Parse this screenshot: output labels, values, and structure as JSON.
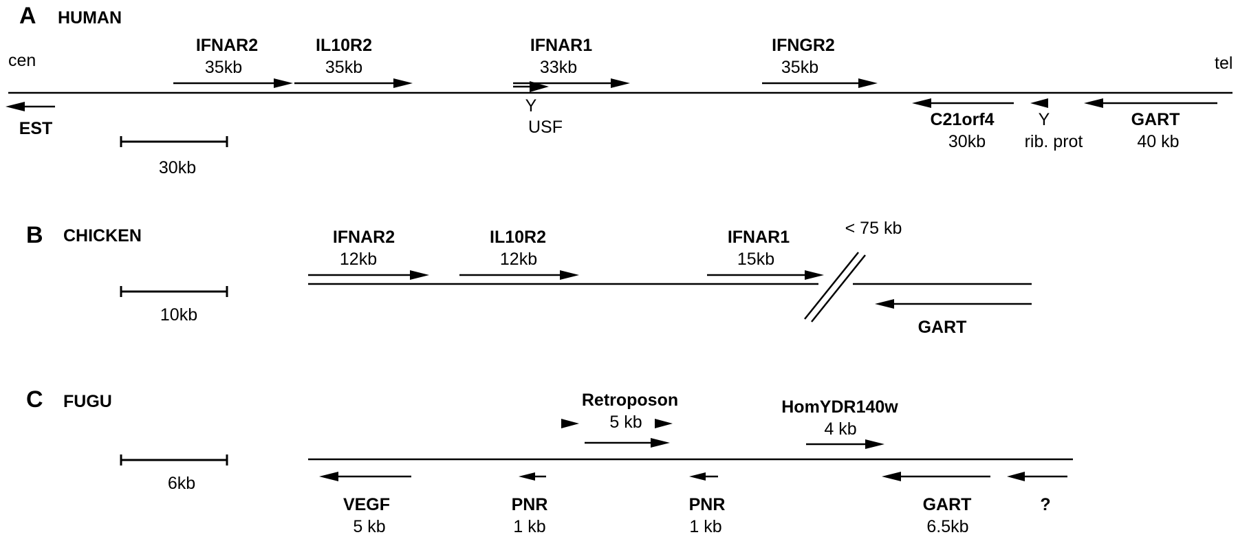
{
  "panels": {
    "a": {
      "letter": "A",
      "title": "HUMAN",
      "cen": "cen",
      "tel": "tel",
      "scale": "30kb",
      "genes": [
        {
          "name": "IFNAR2",
          "size": "35kb"
        },
        {
          "name": "IL10R2",
          "size": "35kb"
        },
        {
          "name": "IFNAR1",
          "size": "33kb"
        },
        {
          "name": "IFNGR2",
          "size": "35kb"
        },
        {
          "name": "EST",
          "size": ""
        },
        {
          "name": "C21orf4",
          "size": "30kb"
        },
        {
          "name": "GART",
          "size": "40 kb"
        }
      ],
      "y_usf": "Y",
      "usf": "USF",
      "y_rib": "Y",
      "rib": "rib. prot"
    },
    "b": {
      "letter": "B",
      "title": "CHICKEN",
      "scale": "10kb",
      "gap": "< 75 kb",
      "genes": [
        {
          "name": "IFNAR2",
          "size": "12kb"
        },
        {
          "name": "IL10R2",
          "size": "12kb"
        },
        {
          "name": "IFNAR1",
          "size": "15kb"
        },
        {
          "name": "GART",
          "size": ""
        }
      ]
    },
    "c": {
      "letter": "C",
      "title": "FUGU",
      "scale": "6kb",
      "genes": [
        {
          "name": "Retroposon",
          "size": "5 kb"
        },
        {
          "name": "HomYDR140w",
          "size": "4 kb"
        },
        {
          "name": "VEGF",
          "size": "5 kb"
        },
        {
          "name": "PNR",
          "size": "1 kb"
        },
        {
          "name": "PNR",
          "size": "1 kb"
        },
        {
          "name": "GART",
          "size": "6.5kb"
        },
        {
          "name": "?",
          "size": ""
        }
      ]
    }
  }
}
